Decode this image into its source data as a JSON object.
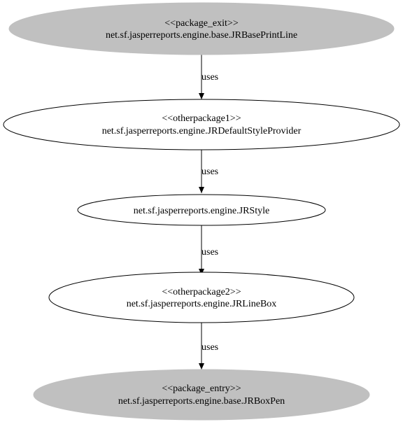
{
  "nodes": [
    {
      "id": "n1",
      "stereotype": "<<package_exit>>",
      "name": "net.sf.jasperreports.engine.base.JRBasePrintLine",
      "fill": "#c0c0c0"
    },
    {
      "id": "n2",
      "stereotype": "<<otherpackage1>>",
      "name": "net.sf.jasperreports.engine.JRDefaultStyleProvider",
      "fill": "#ffffff"
    },
    {
      "id": "n3",
      "stereotype": "",
      "name": "net.sf.jasperreports.engine.JRStyle",
      "fill": "#ffffff"
    },
    {
      "id": "n4",
      "stereotype": "<<otherpackage2>>",
      "name": "net.sf.jasperreports.engine.JRLineBox",
      "fill": "#ffffff"
    },
    {
      "id": "n5",
      "stereotype": "<<package_entry>>",
      "name": "net.sf.jasperreports.engine.base.JRBoxPen",
      "fill": "#c0c0c0"
    }
  ],
  "edges": [
    {
      "from": "n1",
      "to": "n2",
      "label": "uses"
    },
    {
      "from": "n2",
      "to": "n3",
      "label": "uses"
    },
    {
      "from": "n3",
      "to": "n4",
      "label": "uses"
    },
    {
      "from": "n4",
      "to": "n5",
      "label": "uses"
    }
  ]
}
